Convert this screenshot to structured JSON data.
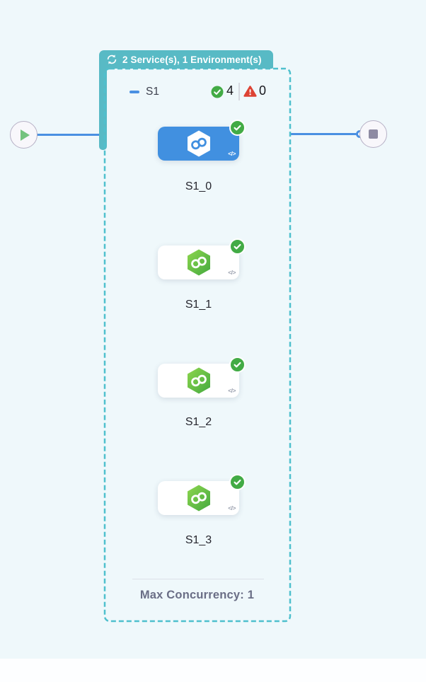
{
  "badge": {
    "icon": "loop-icon",
    "label": "2 Service(s), 1 Environment(s)"
  },
  "stage": {
    "name": "S1",
    "success_count": "4",
    "failed_count": "0",
    "nodes": [
      {
        "label": "S1_0",
        "status": "success",
        "selected": true
      },
      {
        "label": "S1_1",
        "status": "success",
        "selected": false
      },
      {
        "label": "S1_2",
        "status": "success",
        "selected": false
      },
      {
        "label": "S1_3",
        "status": "success",
        "selected": false
      }
    ],
    "footer": {
      "max_concurrency_label": "Max Concurrency: 1"
    }
  },
  "icons": {
    "code": "</>"
  },
  "start_node": {
    "type": "play"
  },
  "end_node": {
    "type": "stop"
  },
  "colors": {
    "canvas_bg": "#eff8fb",
    "badge_teal": "#58bac5",
    "dashed_border_teal": "#4fc0cd",
    "edge_blue": "#4a90e2",
    "selected_node_blue": "#4190e0",
    "success_green": "#42ab45",
    "error_red": "#dd4334",
    "play_green": "#74c37e",
    "stop_gray": "#8e8ba3"
  }
}
